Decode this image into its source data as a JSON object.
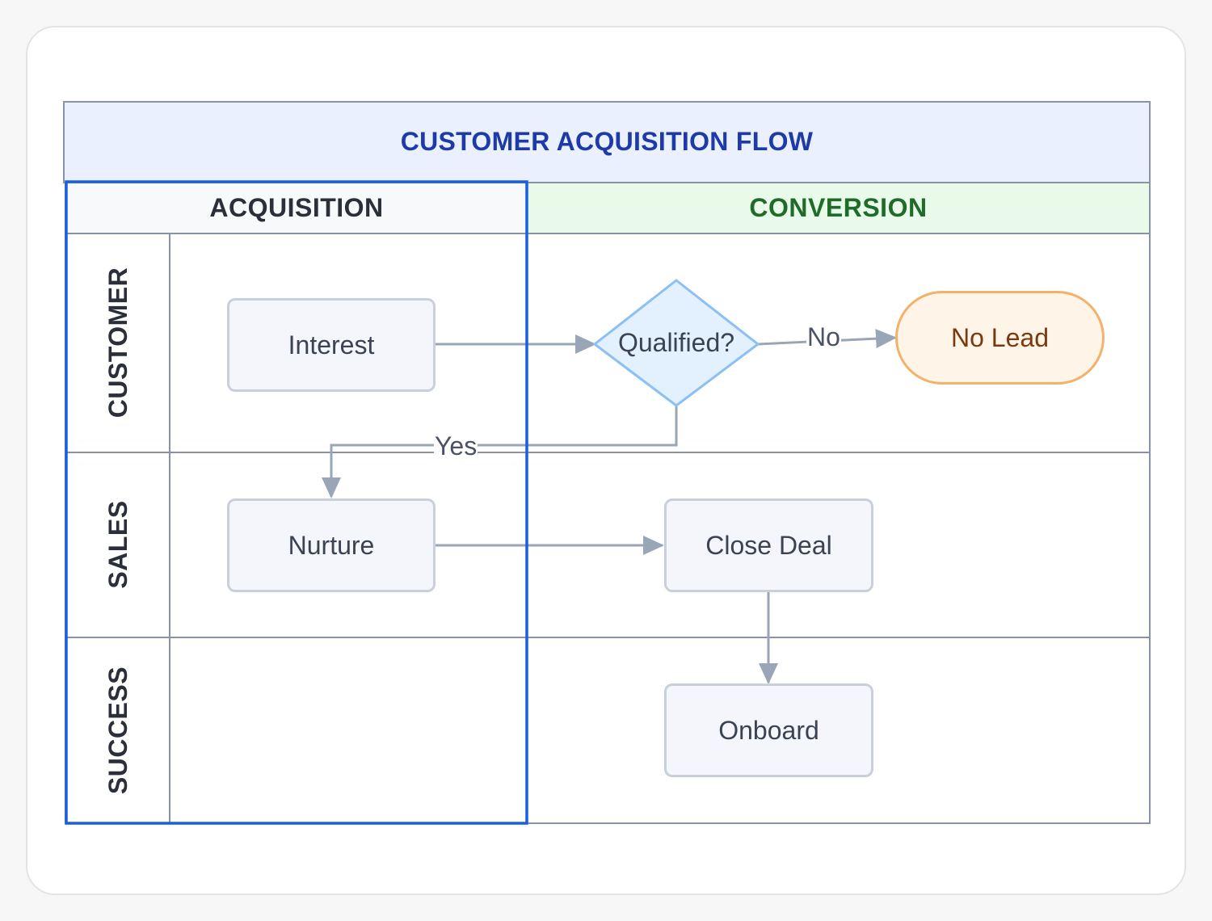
{
  "diagram": {
    "title": "CUSTOMER ACQUISITION FLOW",
    "phases": [
      {
        "label": "ACQUISITION",
        "color": "#2a2f3a"
      },
      {
        "label": "CONVERSION",
        "color": "#1f6b2a"
      }
    ],
    "lanes": [
      {
        "label": "CUSTOMER"
      },
      {
        "label": "SALES"
      },
      {
        "label": "SUCCESS"
      }
    ],
    "nodes": {
      "interest": "Interest",
      "qualified": "Qualified?",
      "no_lead": "No Lead",
      "nurture": "Nurture",
      "close_deal": "Close Deal",
      "onboard": "Onboard"
    },
    "edge_labels": {
      "no": "No",
      "yes": "Yes"
    },
    "colors": {
      "title_bg": "#eaf0fd",
      "conversion_bg": "#e9f9ea",
      "selection": "#1a5fe0",
      "connector": "#9aa6b8",
      "diamond_fill": "#e3f0fd",
      "diamond_stroke": "#8cc0f2"
    }
  }
}
